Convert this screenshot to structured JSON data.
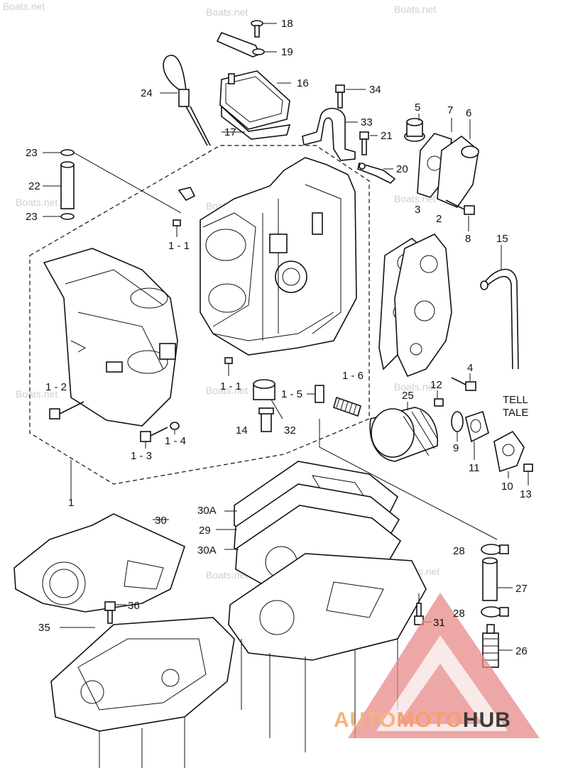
{
  "watermark": "Boats.net",
  "brand": {
    "part1": "AUTO",
    "part2": "MOTO",
    "part3": "HUB"
  },
  "colors": {
    "logo_triangle": "#e78a8a",
    "logo_text_orange": "#f3a06e",
    "logo_text_dark": "#3b3b3b"
  },
  "callouts": [
    "18",
    "19",
    "16",
    "34",
    "24",
    "17",
    "33",
    "5",
    "7",
    "6",
    "21",
    "20",
    "23",
    "22",
    "23",
    "3",
    "2",
    "8",
    "15",
    "1 - 1",
    "1 - 1",
    "1 - 2",
    "1 - 5",
    "1 - 6",
    "4",
    "12",
    "25",
    "1 - 3",
    "1 - 4",
    "14",
    "32",
    "9",
    "11",
    "10",
    "13",
    "1",
    "30",
    "30A",
    "29",
    "30A",
    "28",
    "27",
    "28",
    "36",
    "35",
    "31",
    "26"
  ],
  "tell_tale_label": [
    "TELL",
    "TALE"
  ]
}
